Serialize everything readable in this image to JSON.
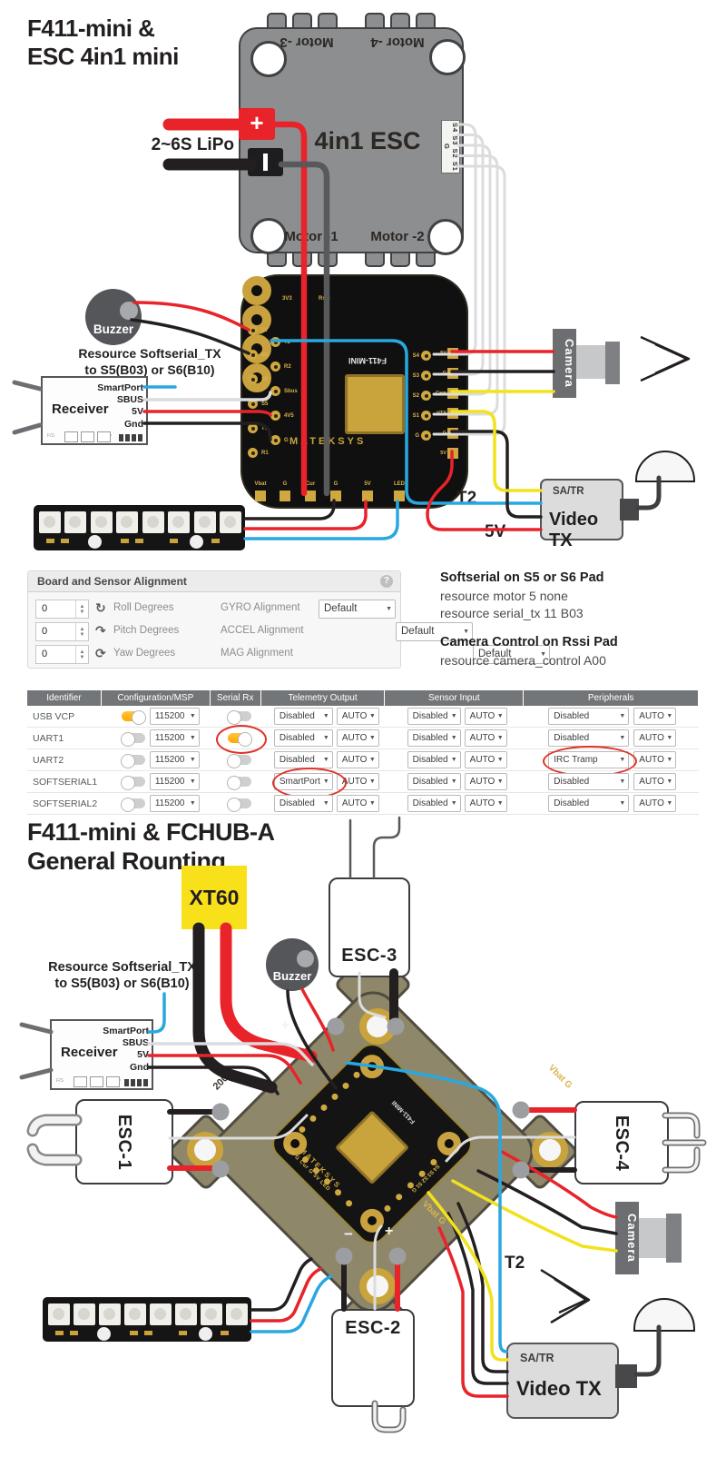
{
  "colors": {
    "wire_red": "#e8232a",
    "wire_black": "#231f20",
    "wire_dark": "#58595b",
    "wire_gray": "#dcdcde",
    "wire_blue": "#29a8e0",
    "wire_yellow": "#f2e21c",
    "accent_orange": "#ffb400",
    "annotation_red": "#df3226",
    "board_gold": "#c9a43c",
    "pcb_black": "#101010",
    "hub_tan": "#8e8769",
    "esc_gray": "#8c8e90",
    "xt60_yellow": "#f8e11a",
    "table_header_gray": "#737679"
  },
  "top": {
    "title1": "F411-mini &",
    "title2": "ESC 4in1 mini",
    "esc": {
      "label": "4in1 ESC",
      "motor_tl": "Motor -3",
      "motor_tr": "Motor -4",
      "motor_bl": "Motor -1",
      "motor_br": "Motor -2",
      "connector": "S4 S3 S2 S1 G"
    },
    "lipo": {
      "label": "2~6S LiPo",
      "plus": "+"
    },
    "buzzer": "Buzzer",
    "note1": "Resource Softserial_TX",
    "note2": "to S5(B03) or S6(B10)",
    "receiver": {
      "label": "Receiver",
      "pins": [
        "SmartPort",
        "SBUS",
        "5V",
        "Gnd"
      ],
      "fs": "F/S",
      "led": "LED"
    },
    "fc": {
      "brand": "MATEKSYS",
      "model": "F411-MINI",
      "left_outer": [
        "5V",
        "Bz-",
        "S6",
        "S5",
        "T1",
        "R1"
      ],
      "left_inner": [
        "T2",
        "R2",
        "Sbus",
        "4V5",
        "G"
      ],
      "top_labels": [
        "3V3",
        "Rssi"
      ],
      "right_inner": [
        "S4",
        "S3",
        "S2",
        "S1",
        "G"
      ],
      "right_outer": [
        "5V",
        "G",
        "Cam",
        "VTX",
        "G",
        "5V"
      ],
      "bottom": [
        "Vbat",
        "G",
        "Cur",
        "G",
        "5V",
        "LED"
      ]
    },
    "camera": "Camera",
    "vtx": {
      "tag": "SA/TR",
      "label": "Video TX"
    },
    "t2": "T2",
    "v5": "5V"
  },
  "align_panel": {
    "title": "Board and Sensor Alignment",
    "help": "?",
    "rows": [
      {
        "value": "0",
        "axis": "Roll Degrees",
        "sensor": "GYRO Alignment",
        "select": "Default"
      },
      {
        "value": "0",
        "axis": "Pitch Degrees",
        "sensor": "ACCEL Alignment",
        "select": "Default"
      },
      {
        "value": "0",
        "axis": "Yaw Degrees",
        "sensor": "MAG Alignment",
        "select": "Default"
      }
    ]
  },
  "cli": {
    "h1": "Softserial on S5 or S6 Pad",
    "l1a": "resource motor 5 none",
    "l1b": "resource serial_tx 11 B03",
    "h2": "Camera Control on Rssi Pad",
    "l2a": "resource camera_control A00"
  },
  "ports": {
    "headers": [
      "Identifier",
      "Configuration/MSP",
      "Serial Rx",
      "Telemetry Output",
      "Sensor Input",
      "Peripherals"
    ],
    "baud": "115200",
    "auto": "AUTO",
    "rows": [
      {
        "id": "USB VCP",
        "msp_on": true,
        "rx_on": false,
        "rx_circle": false,
        "telemetry": "Disabled",
        "telemetry_circle": false,
        "sensor": "Disabled",
        "periph": "Disabled",
        "periph_circle": false
      },
      {
        "id": "UART1",
        "msp_on": false,
        "rx_on": true,
        "rx_circle": true,
        "telemetry": "Disabled",
        "telemetry_circle": false,
        "sensor": "Disabled",
        "periph": "Disabled",
        "periph_circle": false
      },
      {
        "id": "UART2",
        "msp_on": false,
        "rx_on": false,
        "rx_circle": false,
        "telemetry": "Disabled",
        "telemetry_circle": false,
        "sensor": "Disabled",
        "periph": "IRC Tramp",
        "periph_circle": true
      },
      {
        "id": "SOFTSERIAL1",
        "msp_on": false,
        "rx_on": false,
        "rx_circle": false,
        "telemetry": "SmartPort",
        "telemetry_circle": true,
        "sensor": "Disabled",
        "periph": "Disabled",
        "periph_circle": false
      },
      {
        "id": "SOFTSERIAL2",
        "msp_on": false,
        "rx_on": false,
        "rx_circle": false,
        "telemetry": "Disabled",
        "telemetry_circle": false,
        "sensor": "Disabled",
        "periph": "Disabled",
        "periph_circle": false
      }
    ]
  },
  "bottom": {
    "title1": "F411-mini & FCHUB-A",
    "title2": "General Rounting",
    "xt60": "XT60",
    "buzzer": "Buzzer",
    "note1": "Resource Softserial_TX",
    "note2": "to S5(B03) or S6(B10)",
    "receiver": {
      "label": "Receiver",
      "pins": [
        "SmartPort",
        "SBUS",
        "5V",
        "Gnd"
      ],
      "fs": "F/S",
      "led": "LED"
    },
    "esc1": "ESC-1",
    "esc2": "ESC-2",
    "esc3": "ESC-3",
    "esc4": "ESC-4",
    "hub": {
      "amp": "200A",
      "vbat_right": "Vbat G",
      "vbat_bottom": "Vbat G",
      "plus_top": "+",
      "minus": "−",
      "plus": "+",
      "fc_bottom_pads": "Vbat G Cur G 5V LED",
      "fc_right_pads": "S4 S3 S2 S1 G",
      "fc_brand": "MATEKSYS",
      "fc_model": "F411-MINI"
    },
    "camera": "Camera",
    "vtx": {
      "tag": "SA/TR",
      "label": "Video TX"
    },
    "t2": "T2"
  }
}
